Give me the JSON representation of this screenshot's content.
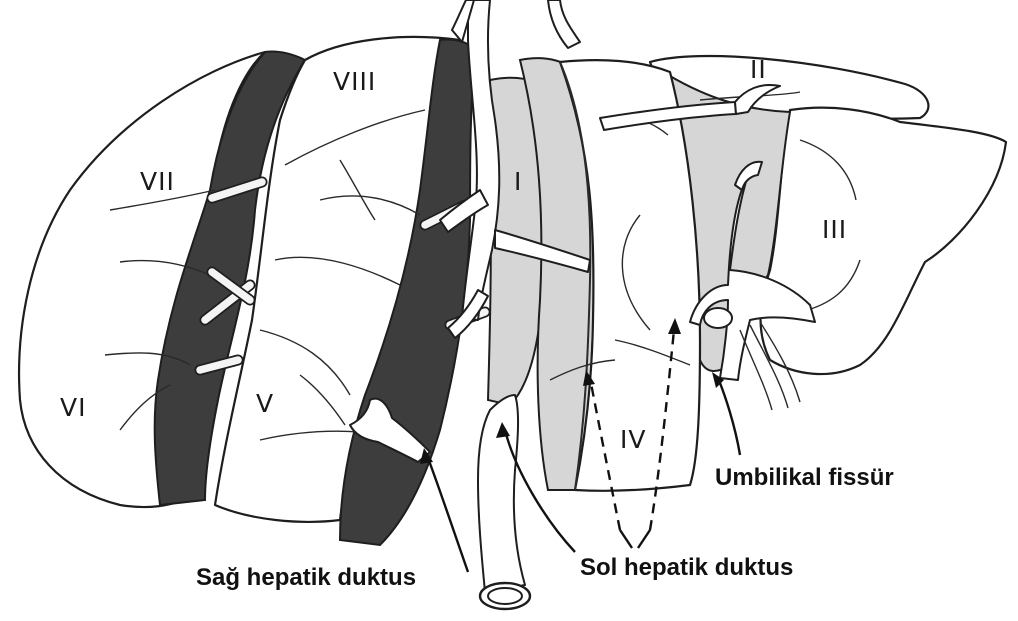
{
  "segments": {
    "II": "II",
    "III": "III",
    "I": "I",
    "IV": "IV",
    "V": "V",
    "VI": "VI",
    "VII": "VII",
    "VIII": "VIII"
  },
  "callouts": {
    "umbilical_fissure": "Umbilikal fissür",
    "right_hepatic_duct": "Sağ hepatik duktus",
    "left_hepatic_duct": "Sol hepatik duktus"
  },
  "colors": {
    "background": "#ffffff",
    "line": "#1e1e1e",
    "dark_cut": "#3d3d3d",
    "grey_cut": "#d6d6d6"
  }
}
